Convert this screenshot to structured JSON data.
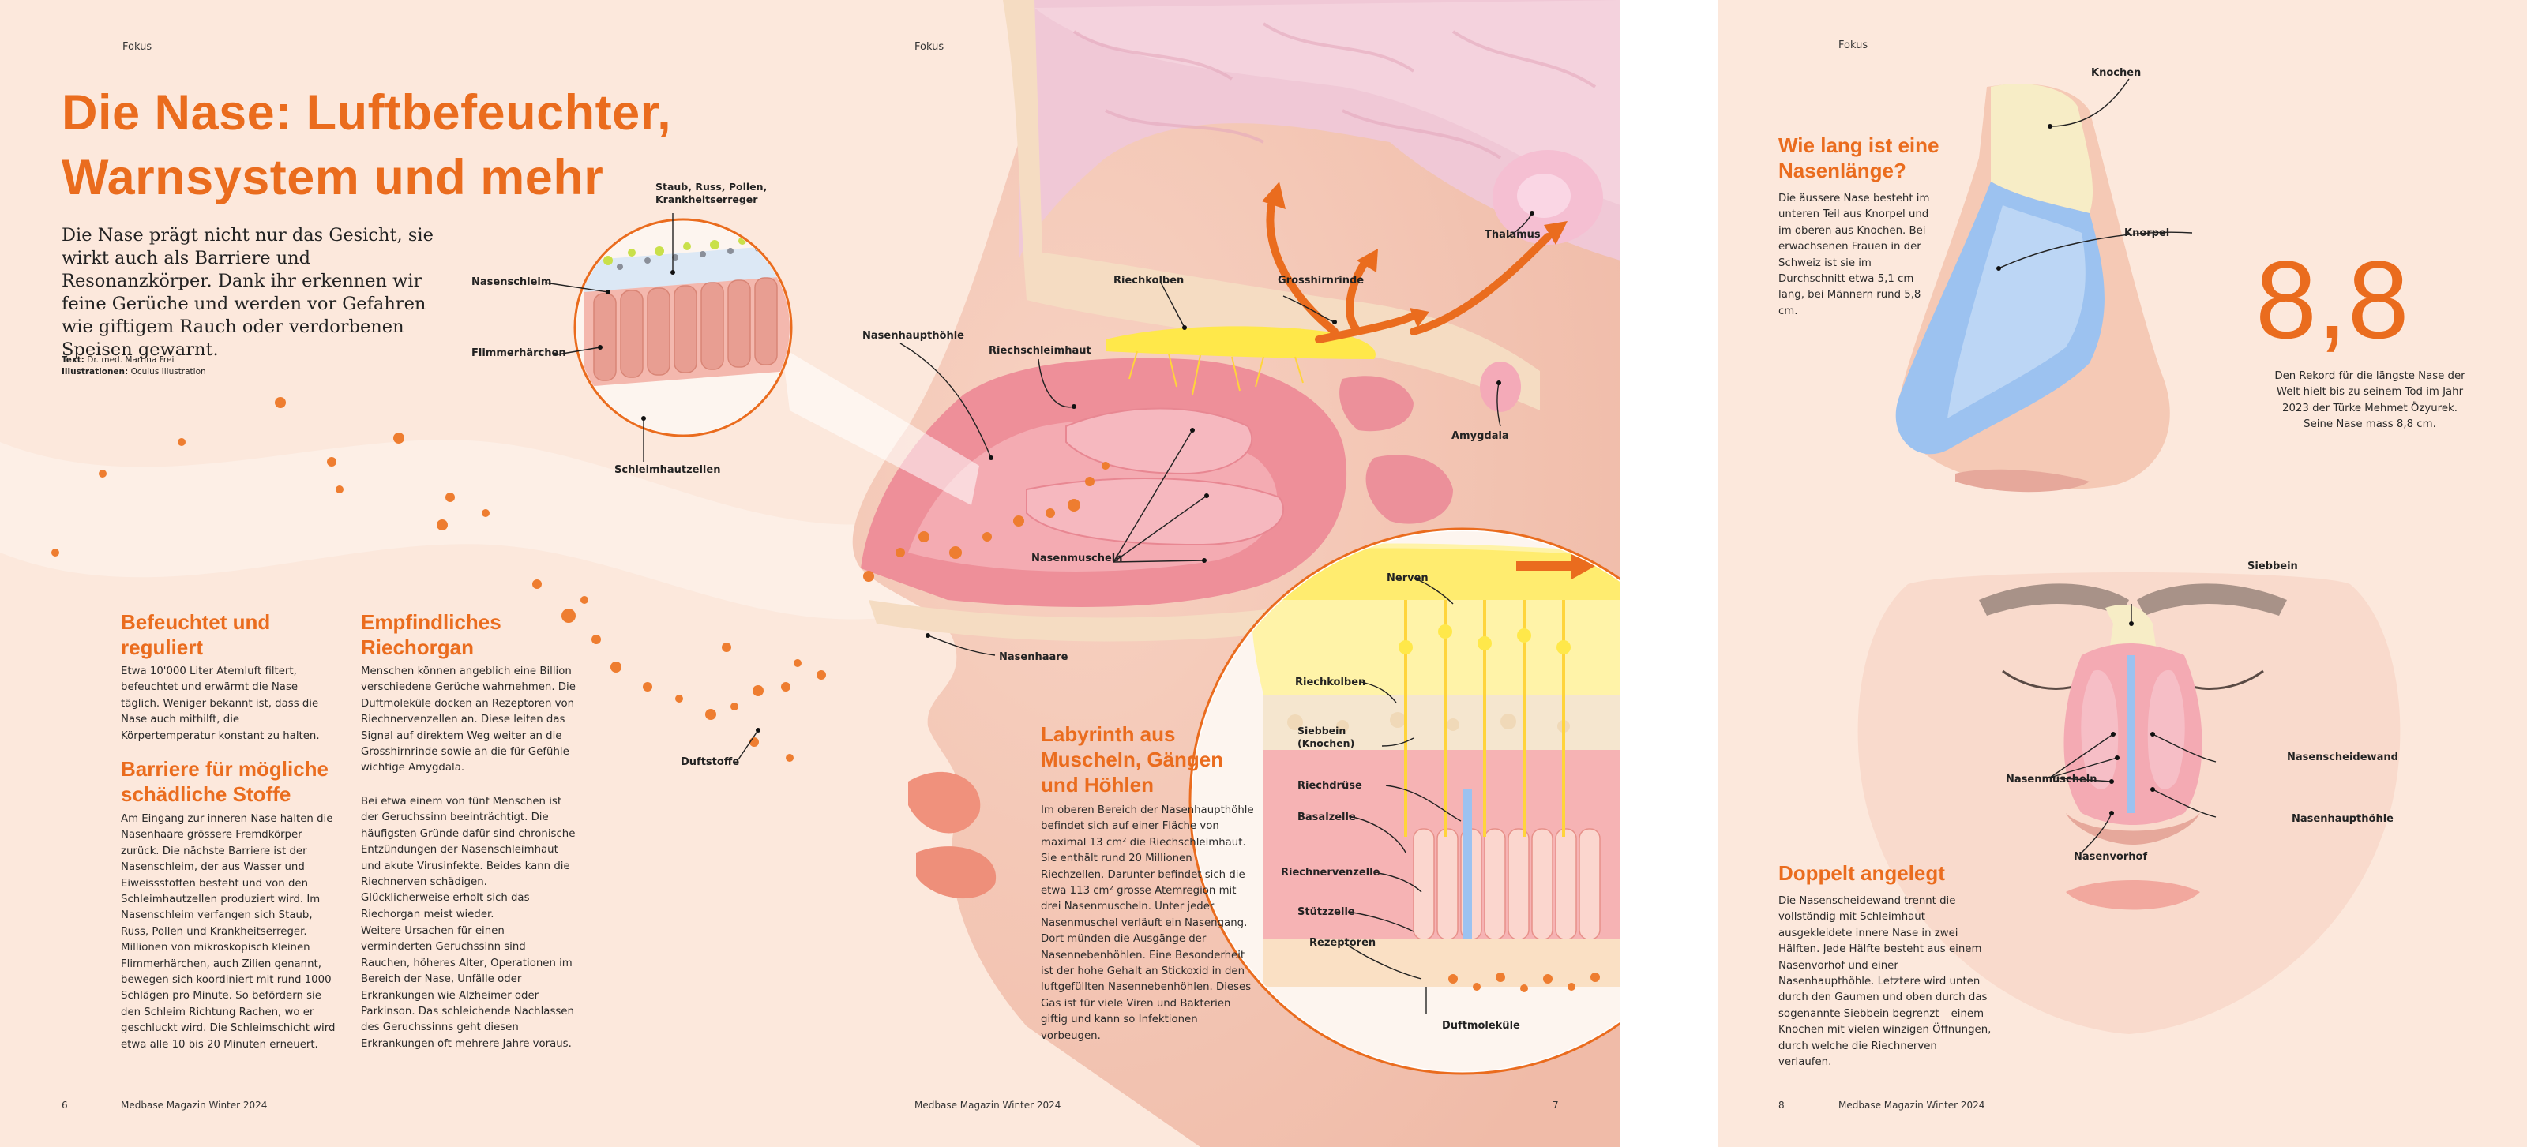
{
  "spread": {
    "section_label_left": "Fokus",
    "section_label_mid": "Fokus",
    "title_line1": "Die Nase: Luftbefeuchter,",
    "title_line2": "Warnsystem und mehr",
    "intro": "Die Nase prägt nicht nur das Gesicht, sie wirkt auch als Barriere und Resonanzkörper. Dank ihr erkennen wir feine Gerüche und werden vor Gefahren wie giftigem Rauch oder verdorbenen Speisen gewarnt.",
    "credit_text_label": "Text:",
    "credit_text_value": "Dr. med. Martina Frei",
    "credit_illu_label": "Illustrationen:",
    "credit_illu_value": "Oculus Illustration",
    "col1": {
      "h1_line1": "Befeuchtet und",
      "h1_line2": "reguliert",
      "p1": "Etwa 10'000 Liter Atemluft filtert, befeuchtet und erwärmt die Nase täglich. Weniger bekannt ist, dass die Nase auch mithilft, die Körpertemperatur konstant zu halten.",
      "h2_line1": "Barriere für mögliche",
      "h2_line2": "schädliche Stoffe",
      "p2": "Am Eingang zur inneren Nase halten die Nasenhaare grössere Fremdkörper zurück. Die nächste Barriere ist der Nasenschleim, der aus Wasser und Eiweissstoffen besteht und von den Schleimhautzellen produziert wird. Im Nasenschleim verfangen sich Staub, Russ, Pollen und Krankheitserreger. Millionen von mikroskopisch kleinen Flimmerhärchen, auch Zilien genannt, bewegen sich koordiniert mit rund 1000 Schlägen pro Minute. So befördern sie den Schleim Richtung Rachen, wo er geschluckt wird. Die Schleimschicht wird etwa alle 10 bis 20 Minuten erneuert."
    },
    "col2": {
      "h_line1": "Empfindliches",
      "h_line2": "Riechorgan",
      "p1": "Menschen können angeblich eine Billion verschiedene Gerüche wahrnehmen. Die Duftmoleküle docken an Rezeptoren von Riechnervenzellen an. Diese leiten das Signal auf direktem Weg weiter an die Grosshirnrinde sowie an die für Gefühle wichtige Amygdala.",
      "p2": "Bei etwa einem von fünf Menschen ist der Geruchssinn beeinträchtigt. Die häufigsten Gründe dafür sind chronische Entzündungen der Nasenschleimhaut und akute Virusinfekte. Beides kann die Riechnerven schädigen. Glücklicherweise erholt sich das Riechorgan meist wieder.",
      "p3": "Weitere Ursachen für einen verminderten Geruchssinn sind Rauchen, höheres Alter, Operationen im Bereich der Nase, Unfälle oder Erkrankungen wie Alzheimer oder Parkinson. Das schleichende Nachlassen des Geruchssinns geht diesen Erkrankungen oft mehrere Jahre voraus."
    },
    "col3": {
      "h_line1": "Labyrinth aus",
      "h_line2": "Muscheln, Gängen",
      "h_line3": "und Höhlen",
      "p": "Im oberen Bereich der Nasenhaupthöhle befindet sich auf einer Fläche von maximal 13 cm² die Riechschleimhaut. Sie enthält rund 20 Millionen Riechzellen. Darunter befindet sich die etwa 113 cm² grosse Atemregion mit drei Nasenmuscheln. Unter jeder Nasenmuschel verläuft ein Nasengang. Dort münden die Ausgänge der Nasennebenhöhlen. Eine Besonderheit ist der hohe Gehalt an Stickoxid in den luftgefüllten Nasennebenhöhlen. Dieses Gas ist für viele Viren und Bakterien giftig und kann so Infektionen vorbeugen."
    },
    "labels": {
      "staub": "Staub, Russ, Pollen, Krankheitserreger",
      "nasenschleim": "Nasenschleim",
      "flimmerhaerchen": "Flimmerhärchen",
      "schleimhautzellen": "Schleimhautzellen",
      "nasenhaupthoehle": "Nasenhaupthöhle",
      "riechschleimhaut": "Riechschleimhaut",
      "riechkolben": "Riechkolben",
      "grosshirnrinde": "Grosshirnrinde",
      "thalamus": "Thalamus",
      "amygdala": "Amygdala",
      "nasenmuscheln": "Nasenmuscheln",
      "nasenhaare": "Nasenhaare",
      "duftstoffe": "Duftstoffe",
      "c_nerven": "Nerven",
      "c_riechkolben": "Riechkolben",
      "c_siebbein1": "Siebbein",
      "c_siebbein2": "(Knochen)",
      "c_riechdruese": "Riechdrüse",
      "c_basalzelle": "Basalzelle",
      "c_riechnervenzelle": "Riechnervenzelle",
      "c_stuetzzelle": "Stützzelle",
      "c_rezeptoren": "Rezeptoren",
      "c_duftmolekuele": "Duftmoleküle"
    },
    "footer_left_page": "6",
    "footer_left_mag": "Medbase Magazin Winter 2024",
    "footer_mid_mag": "Medbase Magazin Winter 2024",
    "footer_mid_page": "7"
  },
  "page3": {
    "section_label": "Fokus",
    "h1_line1": "Wie lang ist eine",
    "h1_line2": "Nasenlänge?",
    "p1": "Die äussere Nase besteht im unteren Teil aus Knorpel und im oberen aus Knochen. Bei erwachsenen Frauen in der Schweiz ist sie im Durchschnitt etwa 5,1 cm lang, bei Männern rund 5,8 cm.",
    "big_number": "8,8",
    "record": "Den Rekord für die längste Nase der Welt hielt bis zu seinem Tod im Jahr 2023 der Türke Mehmet Özyurek. Seine Nase mass 8,8 cm.",
    "label_knochen": "Knochen",
    "label_knorpel": "Knorpel",
    "label_siebbein": "Siebbein",
    "label_nasenscheidewand": "Nasenscheidewand",
    "label_nasenmuscheln": "Nasenmuscheln",
    "label_nasenhaupthoehle": "Nasenhaupthöhle",
    "label_nasenvorhof": "Nasenvorhof",
    "h2": "Doppelt angelegt",
    "p2": "Die Nasenscheidewand trennt die vollständig mit Schleimhaut ausgekleidete innere Nase in zwei Hälften. Jede Hälfte besteht aus einem Nasenvorhof und einer Nasenhaupthöhle. Letztere wird unten durch den Gaumen und oben durch das sogenannte Siebbein begrenzt – einem Knochen mit vielen winzigen Öffnungen, durch welche die Riechnerven verlaufen.",
    "footer_page": "8",
    "footer_mag": "Medbase Magazin Winter 2024"
  },
  "colors": {
    "accent": "#ea6c1e",
    "page_bg": "#fce8dc",
    "tissue_pink": "#f2a0a8",
    "olfactory_yellow": "#ffe84a",
    "cartilage_blue": "#9cc2f0"
  }
}
